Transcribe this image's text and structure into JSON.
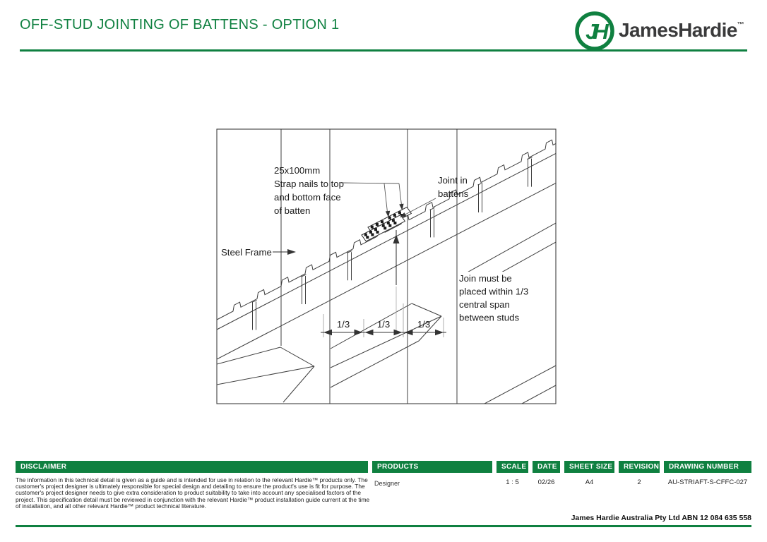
{
  "header": {
    "title": "OFF-STUD JOINTING OF BATTENS - OPTION 1",
    "brand": "JamesHardie",
    "brand_tm": "™",
    "logo_monogram": "JH"
  },
  "diagram": {
    "strap_label": {
      "l1": "25x100mm",
      "l2": "Strap nails to top",
      "l3": "and bottom face",
      "l4": "of batten"
    },
    "joint_label": {
      "l1": "Joint in",
      "l2": "battens"
    },
    "steel_frame_label": "Steel Frame",
    "join_note": {
      "l1": "Join must be",
      "l2": "placed within 1/3",
      "l3": "central span",
      "l4": "between studs"
    },
    "dim_labels": [
      "1/3",
      "1/3",
      "1/3"
    ]
  },
  "footer": {
    "disclaimer": {
      "heading": "DISCLAIMER",
      "body": "The information in this technical detail is given as a guide and is intended for use in relation to the relevant Hardie™ products only. The customer's project designer is ultimately responsible for special design and detailing to ensure the product's use is fit for purpose. The customer's project designer needs to give extra consideration to product suitability to take into account any specialised factors of the project. This specification detail must be reviewed in conjunction with the relevant Hardie™ product installation guide current at the time of installation, and all other relevant Hardie™ product technical literature."
    },
    "products": {
      "heading": "PRODUCTS",
      "value": "Designer"
    },
    "scale": {
      "heading": "SCALE",
      "value": "1 : 5"
    },
    "date": {
      "heading": "DATE",
      "value": "02/26"
    },
    "sheet_size": {
      "heading": "SHEET SIZE",
      "value": "A4"
    },
    "revision": {
      "heading": "REVISION",
      "value": "2"
    },
    "drawing_number": {
      "heading": "DRAWING NUMBER",
      "value": "AU-STRIAFT-S-CFFC-027"
    },
    "abn_line": "James Hardie Australia Pty Ltd ABN 12 084 635 558"
  },
  "colors": {
    "brand_green": "#0F8040",
    "line": "#3f3f3f"
  }
}
